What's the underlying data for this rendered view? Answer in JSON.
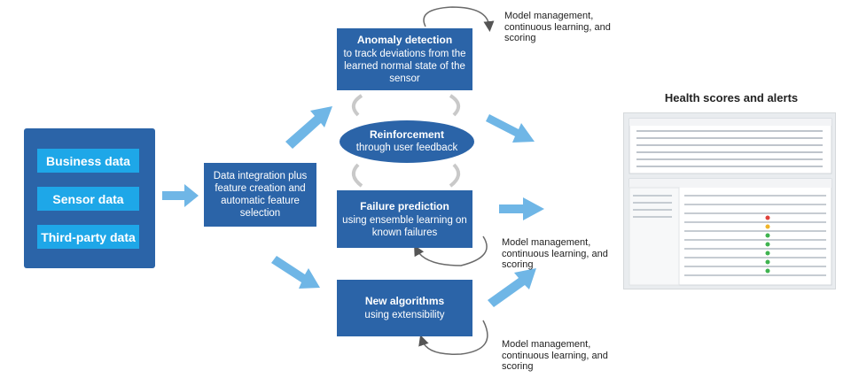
{
  "sources": {
    "items": [
      "Business data",
      "Sensor data",
      "Third-party data"
    ]
  },
  "integration": {
    "text": "Data integration plus feature creation and automatic feature selection"
  },
  "anomaly": {
    "title": "Anomaly detection",
    "subtitle": "to track deviations from the learned normal state of the sensor"
  },
  "reinforcement": {
    "title": "Reinforcement",
    "subtitle": "through user feedback"
  },
  "failure": {
    "title": "Failure prediction",
    "subtitle": "using ensemble learning on known failures"
  },
  "algorithms": {
    "title": "New algorithms",
    "subtitle": "using extensibility"
  },
  "notes": {
    "model_management": "Model management, continuous learning, and scoring"
  },
  "output": {
    "title": "Health scores and alerts"
  },
  "colors": {
    "primary": "#2b64a8",
    "source_box": "#1ea7e8",
    "arrow": "#6fb6e6",
    "cycle_arrow": "#c9c9c9",
    "loop_arrow": "#6a6a6a"
  }
}
